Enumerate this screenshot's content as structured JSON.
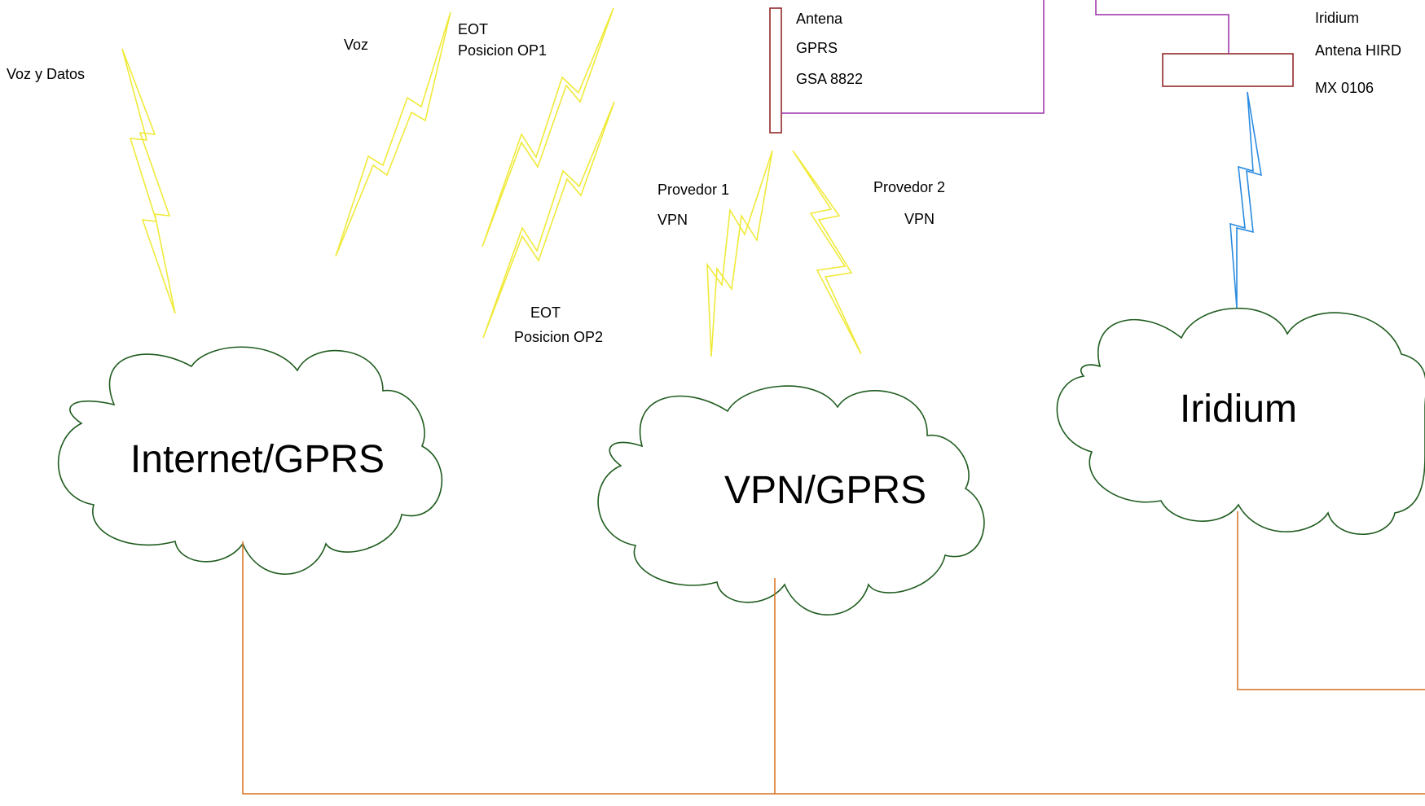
{
  "colors": {
    "cloud_stroke": "#1f5c1f",
    "bolt_yellow": "#f0ea3a",
    "bolt_blue": "#2a8be0",
    "connection_orange": "#d9701f",
    "antenna_link_purple": "#9c2fa8",
    "antenna_box": "#8b1a1a"
  },
  "clouds": {
    "internet": "Internet/GPRS",
    "vpn": "VPN/GPRS",
    "iridium": "Iridium"
  },
  "labels": {
    "voz_y_datos": "Voz y Datos",
    "voz": "Voz",
    "eot1_line1": "EOT",
    "eot1_line2": "Posicion OP1",
    "eot2_line1": "EOT",
    "eot2_line2": "Posicion OP2",
    "provedor1_line1": "Provedor 1",
    "provedor1_line2": "VPN",
    "provedor2_line1": "Provedor 2",
    "provedor2_line2": "VPN",
    "antena_gprs_line1": "Antena",
    "antena_gprs_line2": "GPRS",
    "antena_gprs_line3": "GSA 8822",
    "iridium_line1": "Iridium",
    "iridium_line2": "Antena HIRD",
    "iridium_line3": "MX 0106"
  },
  "icons": {
    "bolt": "lightning-bolt-icon",
    "cloud": "cloud-icon",
    "antenna": "antenna-icon"
  }
}
